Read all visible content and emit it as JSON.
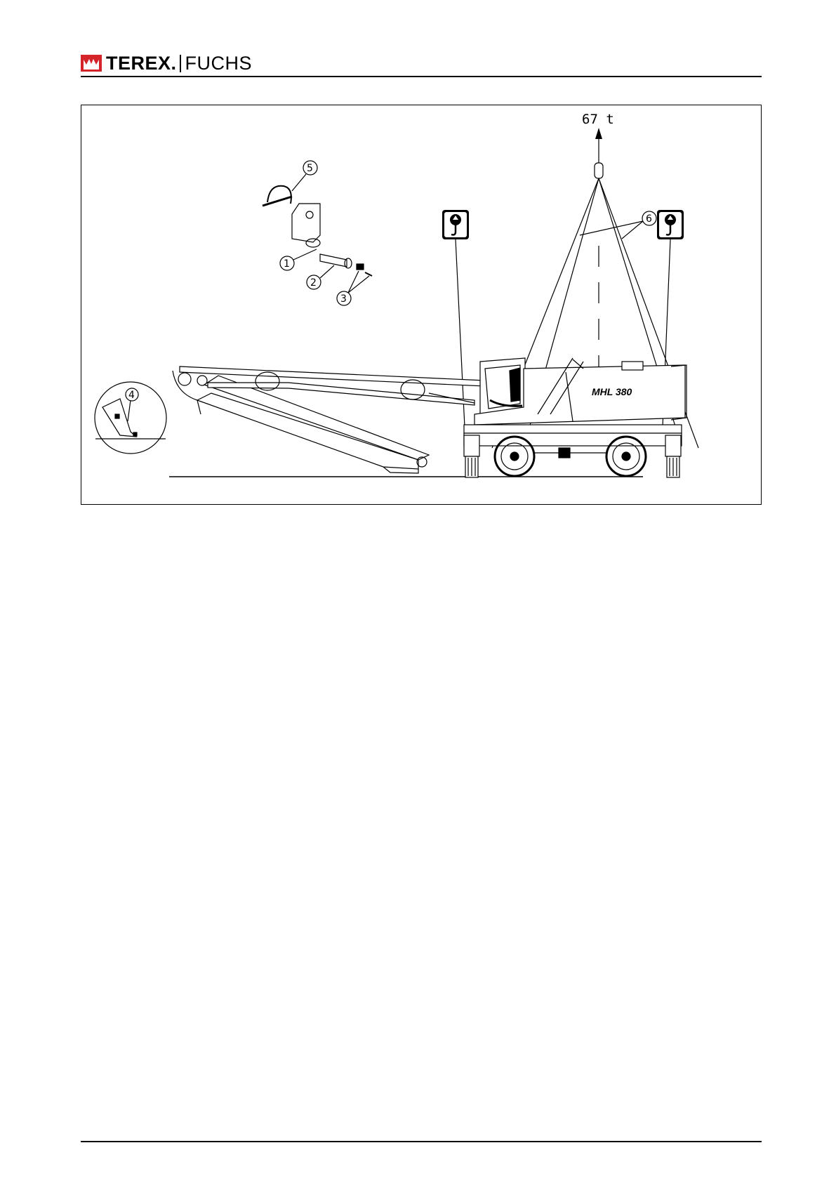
{
  "header": {
    "brand_main": "TEREX.",
    "brand_sub": "FUCHS",
    "logo_icon": "terex-crown-icon",
    "brand_color": "#d4242a"
  },
  "figure": {
    "load_label": "67 t",
    "model_label": "MHL 380",
    "callouts": [
      "1",
      "2",
      "3",
      "4",
      "5",
      "6"
    ],
    "sign_icon": "lifting-point-hook-icon"
  }
}
